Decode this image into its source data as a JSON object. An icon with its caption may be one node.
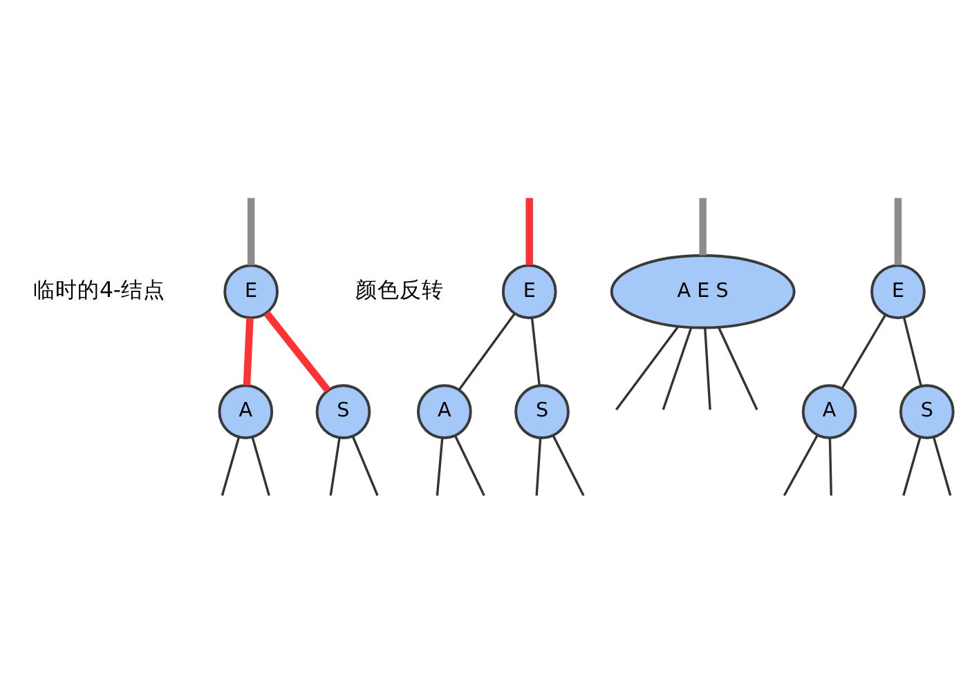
{
  "diagram": {
    "nodes": [
      {
        "text": [
          "E"
        ]
      },
      {
        "text": [
          "A"
        ]
      },
      {
        "text": [
          "S"
        ]
      },
      {
        "text": [
          "A E S"
        ]
      },
      {
        "text": [
          "E"
        ]
      },
      {
        "text": [
          "A"
        ]
      },
      {
        "text": [
          "S"
        ]
      },
      {
        "text": [
          "E"
        ]
      },
      {
        "text": [
          "A"
        ]
      },
      {
        "text": [
          "S"
        ]
      }
    ],
    "edges": [
      {
        "from": null,
        "to": 0,
        "arrow": "none",
        "color": "#8c8c8c",
        "style": "thick"
      },
      {
        "from": 0,
        "to": 1,
        "arrow": "none",
        "color": "#ff3333",
        "style": "thick"
      },
      {
        "from": 0,
        "to": 2,
        "arrow": "none",
        "color": "#ff3333",
        "style": "thick"
      },
      {
        "from": 1,
        "to": null,
        "arrow": "none"
      },
      {
        "from": 1,
        "to": null,
        "arrow": "none"
      },
      {
        "from": 2,
        "to": null,
        "arrow": "none"
      },
      {
        "from": 2,
        "to": null,
        "arrow": "none"
      },
      {
        "from": 3,
        "to": null,
        "arrow": "none"
      },
      {
        "from": 3,
        "to": null,
        "arrow": "none"
      },
      {
        "from": 3,
        "to": null,
        "arrow": "none"
      },
      {
        "from": 3,
        "to": null,
        "arrow": "none"
      },
      {
        "from": null,
        "to": 3,
        "arrow": "none",
        "color": "#8c8c8c",
        "style": "thick"
      },
      {
        "from": null,
        "to": 4,
        "arrow": "none",
        "color": "#ff3333",
        "style": "thick"
      },
      {
        "from": 4,
        "to": 5,
        "arrow": "none"
      },
      {
        "from": 4,
        "to": 6,
        "arrow": "none"
      },
      {
        "from": 5,
        "to": null,
        "arrow": "none"
      },
      {
        "from": 5,
        "to": null,
        "arrow": "none"
      },
      {
        "from": 6,
        "to": null,
        "arrow": "none"
      },
      {
        "from": 6,
        "to": null,
        "arrow": "none"
      },
      {
        "from": null,
        "to": 7,
        "arrow": "none",
        "color": "#8c8c8c",
        "style": "thick"
      },
      {
        "from": 7,
        "to": 8,
        "arrow": "none"
      },
      {
        "from": 7,
        "to": 9,
        "arrow": "none"
      },
      {
        "from": 8,
        "to": null,
        "arrow": "none"
      },
      {
        "from": 8,
        "to": null,
        "arrow": "none"
      },
      {
        "from": 9,
        "to": null,
        "arrow": "none"
      },
      {
        "from": 9,
        "to": null,
        "arrow": "none"
      }
    ],
    "labels": [
      "临时的4-结点",
      "颜色反转"
    ]
  }
}
